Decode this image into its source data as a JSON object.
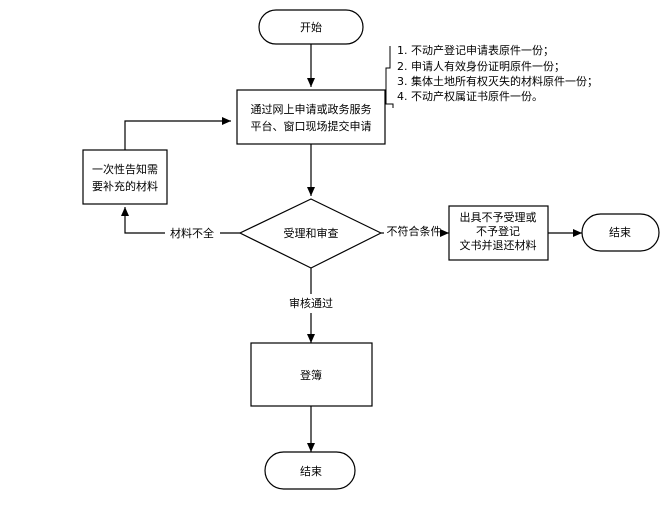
{
  "nodes": {
    "start": "开始",
    "submit": [
      "通过网上申请或政务服务",
      "平台、窗口现场提交申请"
    ],
    "notice": [
      "一次性告知需",
      "要补充的材料"
    ],
    "review": "受理和审查",
    "reject": [
      "出具不予受理或",
      "不予登记",
      "文书并退还材料"
    ],
    "end_right": "结束",
    "register": "登簿",
    "end_bottom": "结束"
  },
  "annotation": [
    "1. 不动产登记申请表原件一份；",
    "2. 申请人有效身份证明原件一份；",
    "3. 集体土地所有权灭失的材料原件一份；",
    "4. 不动产权属证书原件一份。"
  ],
  "edges": {
    "incomplete": "材料不全",
    "not_qualified": "不符合条件",
    "approved": "审核通过"
  }
}
